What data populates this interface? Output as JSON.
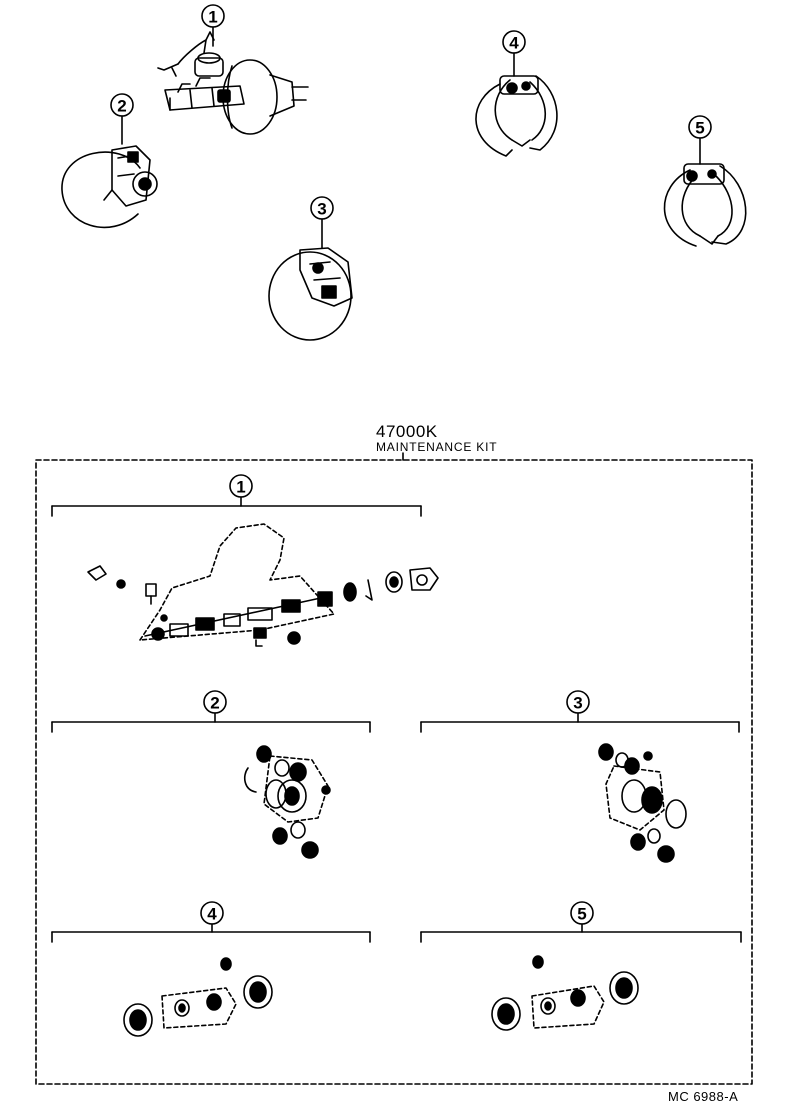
{
  "kit": {
    "part_number": "47000K",
    "label": "MAINTENANCE KIT"
  },
  "reference_code": "MC 6988-A",
  "callouts": [
    "1",
    "2",
    "3",
    "4",
    "5"
  ],
  "assemblies": {
    "top": [
      {
        "callout": "1",
        "icon": "brake-master-cylinder-icon"
      },
      {
        "callout": "2",
        "icon": "front-disc-brake-caliper-icon"
      },
      {
        "callout": "3",
        "icon": "front-disc-brake-caliper-icon"
      },
      {
        "callout": "4",
        "icon": "rear-drum-brake-wheel-cylinder-icon"
      },
      {
        "callout": "5",
        "icon": "rear-drum-brake-wheel-cylinder-icon"
      }
    ]
  },
  "colors": {
    "line": "#000000",
    "background": "#ffffff"
  }
}
